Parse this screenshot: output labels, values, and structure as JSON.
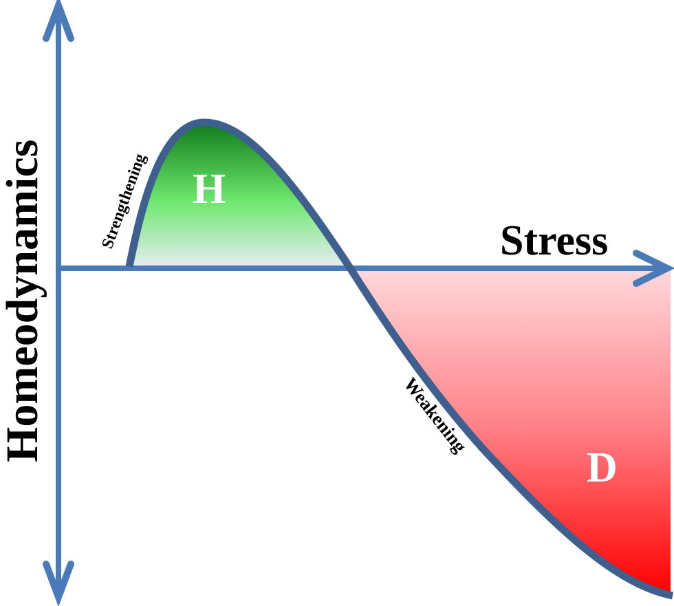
{
  "diagram": {
    "y_axis_label": "Homeodynamics",
    "x_axis_label": "Stress",
    "rising_label": "Strengthening",
    "falling_label": "Weakening",
    "positive_region_label": "H",
    "negative_region_label": "D",
    "colors": {
      "axis": "#4a7ab8",
      "curve": "#3f5f8f",
      "positive_fill_top": "#0f7a1a",
      "positive_fill_mid": "#6fe86f",
      "positive_fill_bottom": "#e6ecf4",
      "negative_fill_top": "#ffd9dc",
      "negative_fill_bottom": "#ff0000",
      "region_label": "#ffffff",
      "text": "#000000"
    }
  }
}
